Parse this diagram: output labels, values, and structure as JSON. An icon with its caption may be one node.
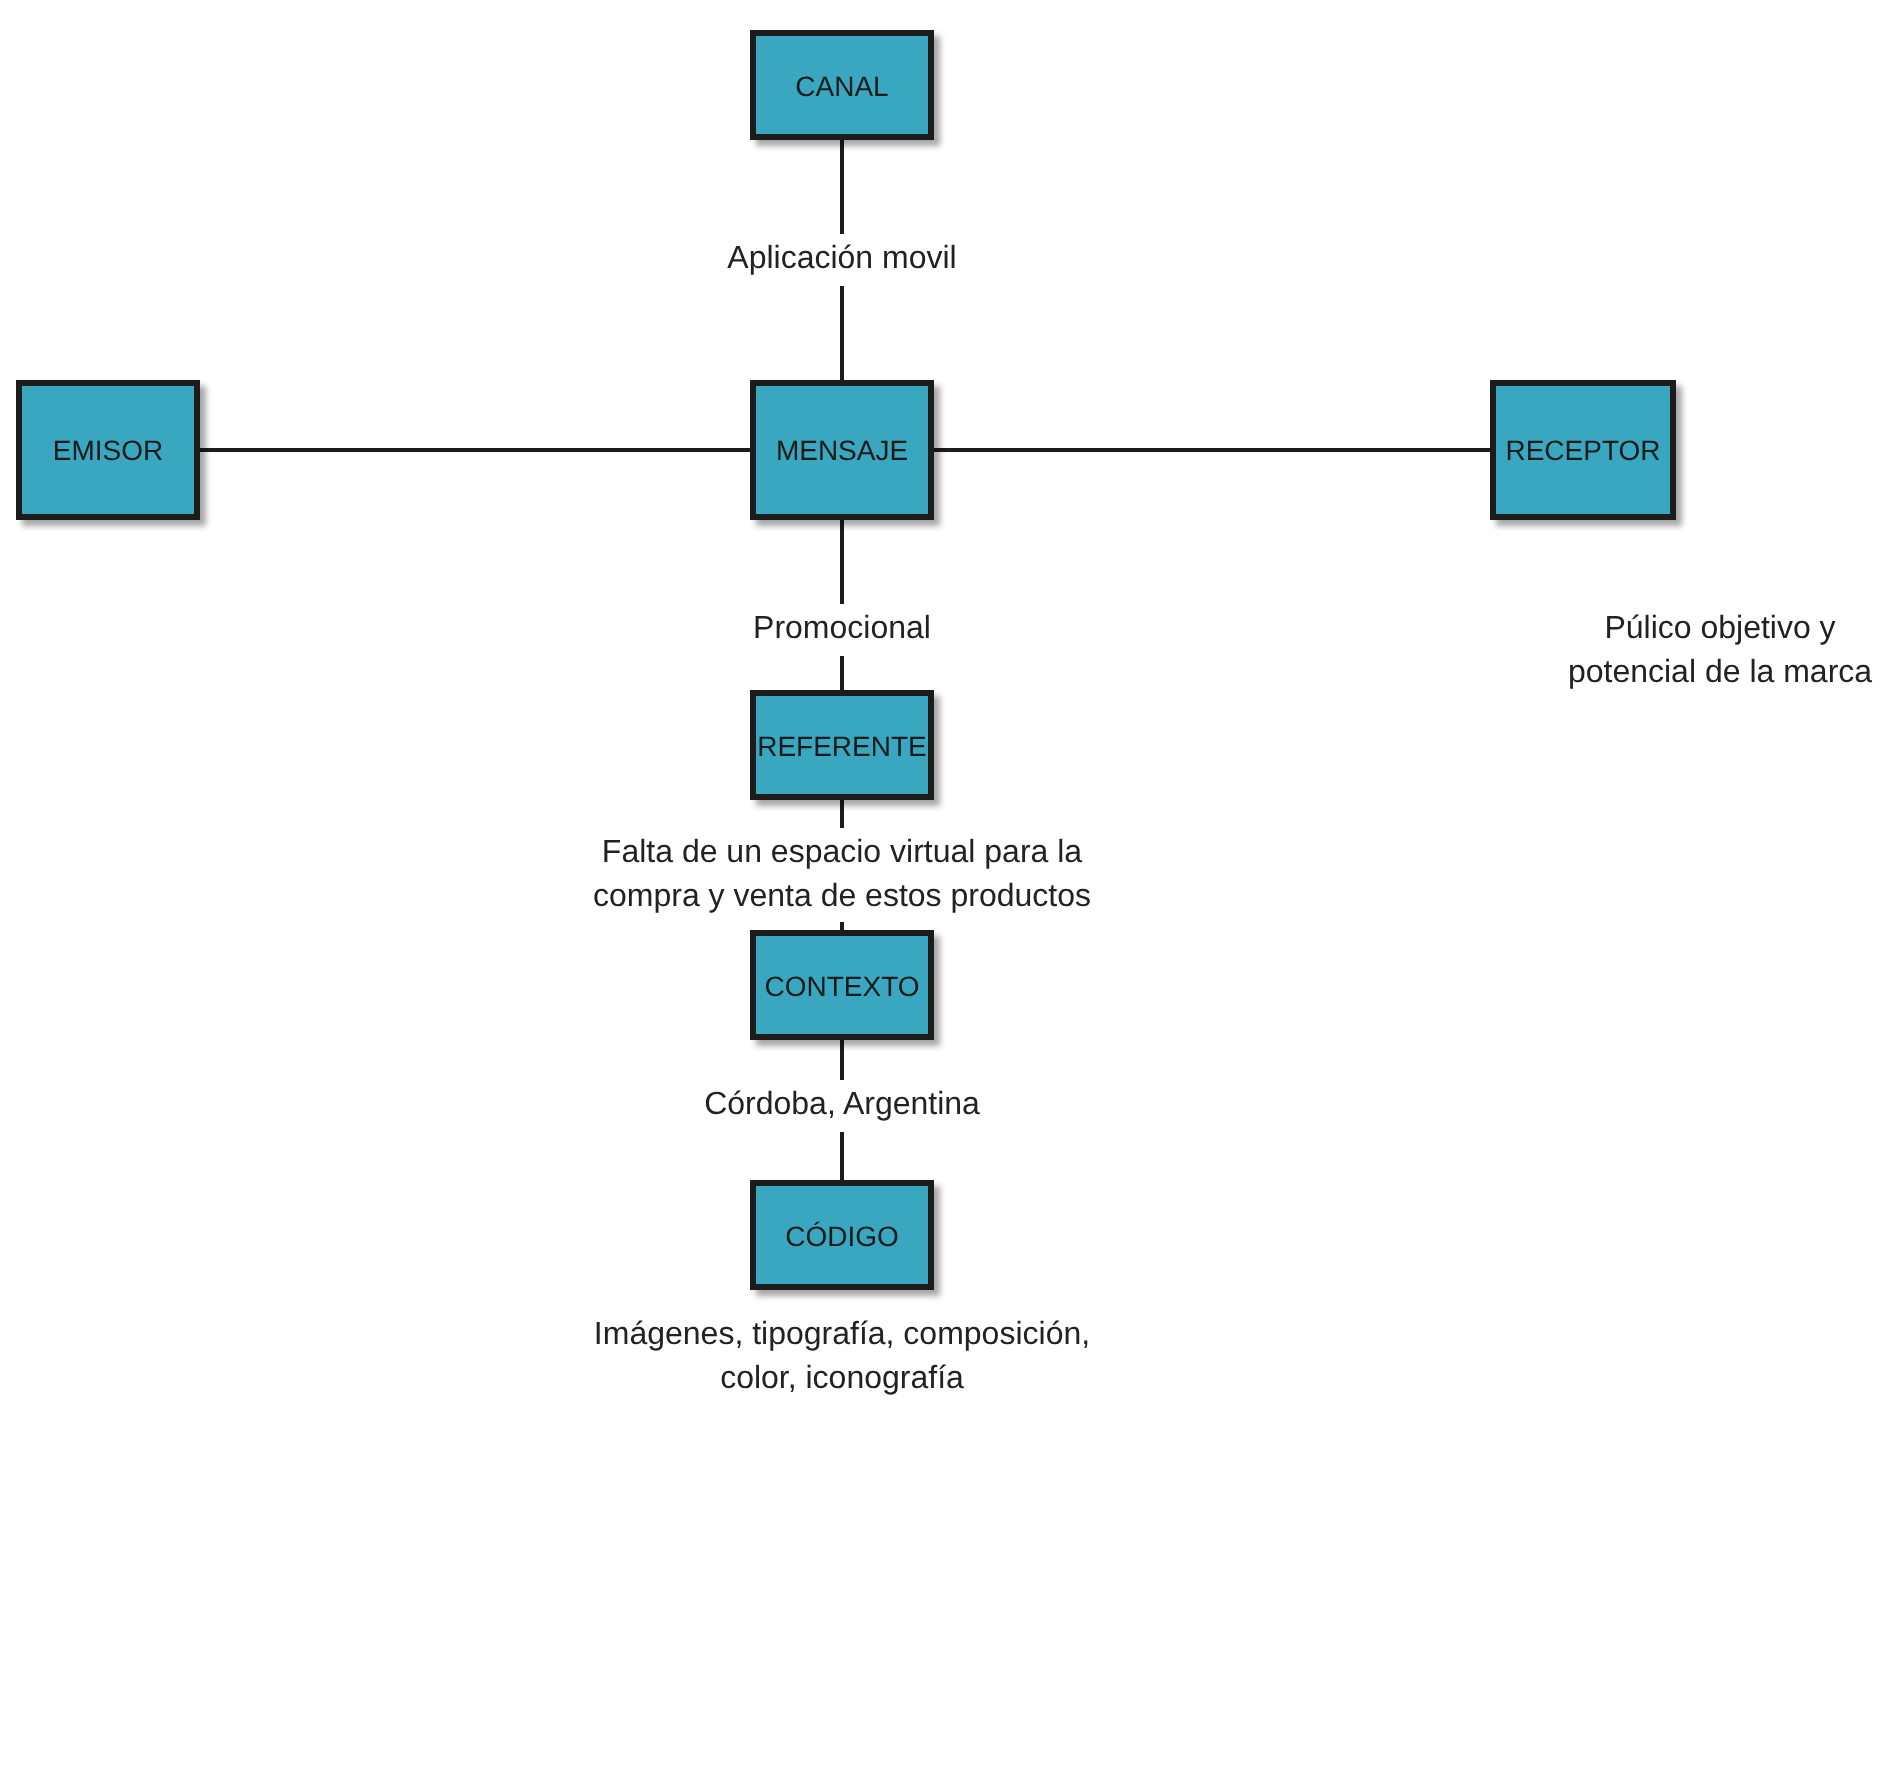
{
  "diagram": {
    "nodes": [
      {
        "text": [
          "CANAL"
        ]
      },
      {
        "text": [
          "EMISOR"
        ]
      },
      {
        "text": [
          "MENSAJE"
        ]
      },
      {
        "text": [
          "RECEPTOR"
        ],
        "beside": [
          "Púlico objetivo y potencial de la marca"
        ]
      },
      {
        "text": [
          "REFERENTE"
        ]
      },
      {
        "text": [
          "CONTEXTO"
        ]
      },
      {
        "text": [
          "CÓDIGO"
        ],
        "beside": [
          "Imágenes, tipografía, composición, color, iconografía"
        ]
      }
    ],
    "edges": [
      {
        "from": 0,
        "to": 2,
        "arrow": "none",
        "label": "Aplicación movil"
      },
      {
        "from": 1,
        "to": 2,
        "arrow": "none"
      },
      {
        "from": 2,
        "to": 3,
        "arrow": "none"
      },
      {
        "from": 2,
        "to": 4,
        "arrow": "none",
        "label": "Promocional"
      },
      {
        "from": 4,
        "to": 5,
        "arrow": "none",
        "label": "Falta de un espacio virtual para la compra y venta de estos productos"
      },
      {
        "from": 5,
        "to": 6,
        "arrow": "none",
        "label": "Córdoba, Argentina"
      }
    ]
  }
}
